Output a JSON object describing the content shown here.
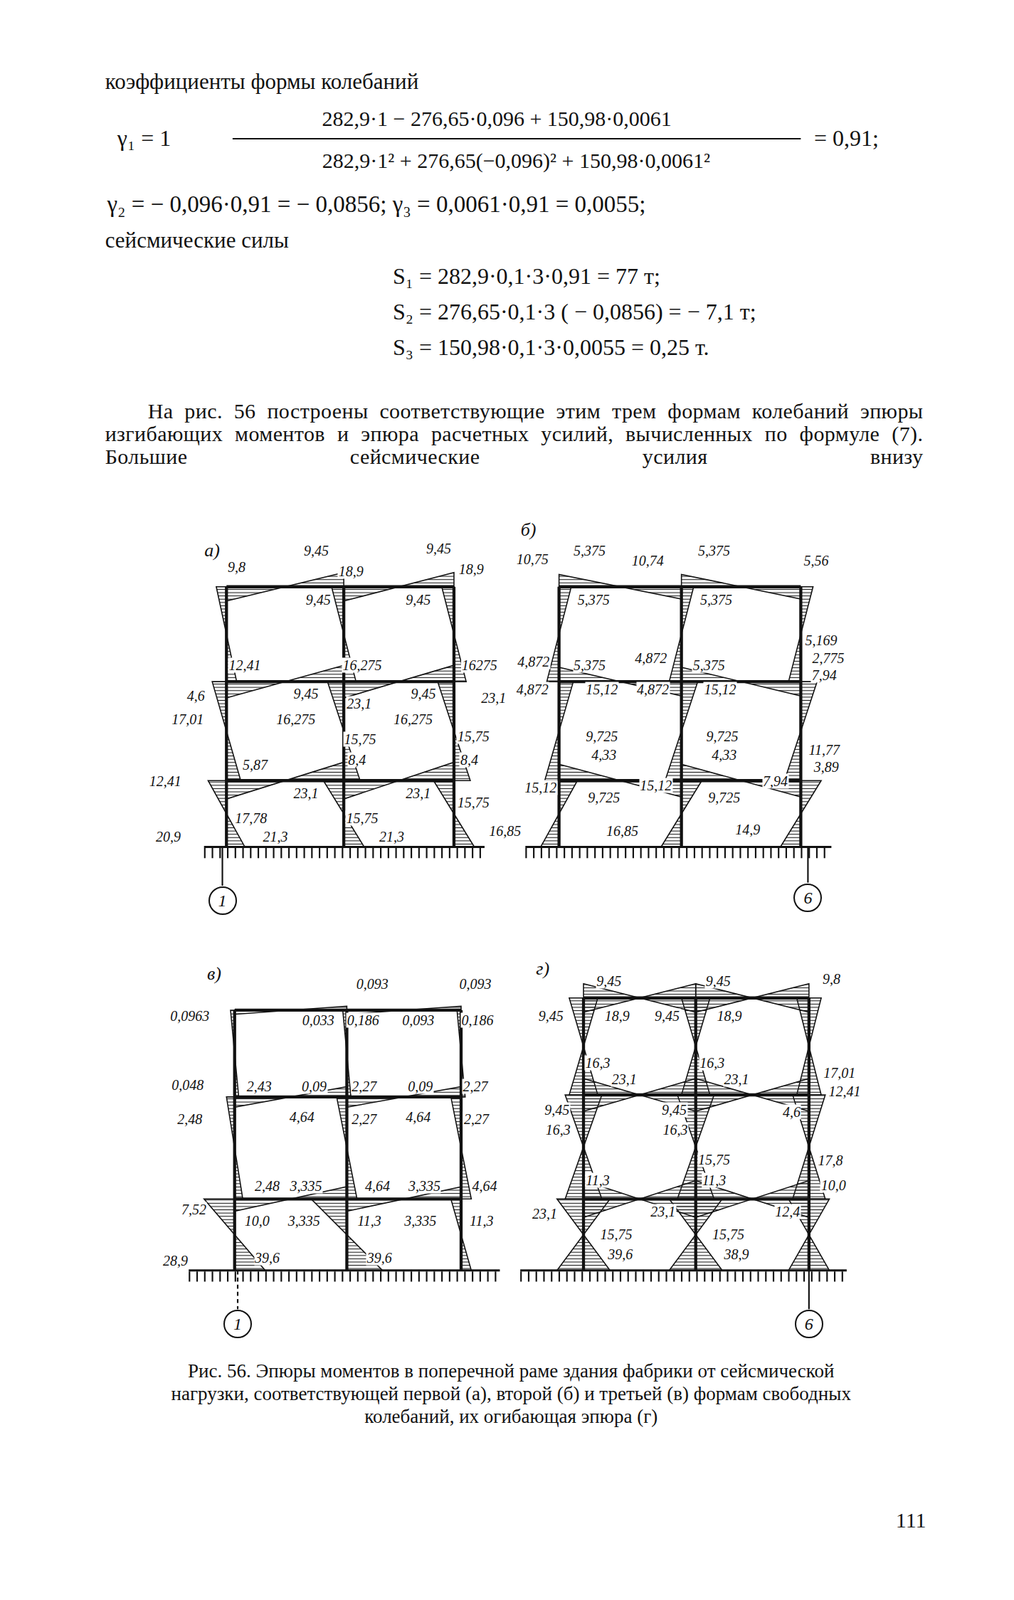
{
  "diagram": {
    "caption": "Рис. 56. Эпюры моментов в поперечной раме здания фабрики от сейсмической нагрузки, соответствующей первой (а), второй (б) и третьей (в) формам свободных колебаний, их огибающая эпюра (г)",
    "nodes": [
      {
        "text": [
          "1"
        ]
      },
      {
        "text": [
          "6"
        ]
      },
      {
        "text": [
          "1"
        ]
      },
      {
        "text": [
          "6"
        ]
      }
    ],
    "labels": [
      "коэффициенты формы колебаний",
      "γ₁ = 1",
      "282,9·1 − 276,65·0,096 + 150,98·0,0061",
      "282,9·1² + 276,65(−0,096)² + 150,98·0,0061²",
      "= 0,91;",
      "γ₂ = − 0,096·0,91 = − 0,0856; γ₃ = 0,0061·0,91 = 0,0055;",
      "сейсмические силы",
      "S₁ = 282,9·0,1·3·0,91 = 77 т;",
      "S₂ = 276,65·0,1·3 ( − 0,0856) = − 7,1 т;",
      "S₃ = 150,98·0,1·3·0,0055 = 0,25 т.",
      "На рис. 56 построены соответствующие этим трем формам колебаний эпюры изгибающих моментов и эпюра расчетных усилий, вычисленных по формуле (7). Большие сейсмические усилия внизу",
      "111",
      "а)",
      "9,8",
      "9,45",
      "18,9",
      "9,45",
      "18,9",
      "9,45",
      "9,45",
      "12,41",
      "16,275",
      "16275",
      "4,6",
      "9,45",
      "23,1",
      "9,45",
      "23,1",
      "17,01",
      "16,275",
      "16,275",
      "15,75",
      "15,75",
      "8,4",
      "8,4",
      "5,87",
      "12,41",
      "23,1",
      "23,1",
      "15,75",
      "17,78",
      "21,3",
      "15,75",
      "21,3",
      "20,9",
      "б)",
      "10,75",
      "5,375",
      "10,74",
      "5,375",
      "5,56",
      "5,375",
      "5,375",
      "5,169",
      "2,775",
      "7,94",
      "4,872",
      "5,375",
      "4,872",
      "5,375",
      "4,872",
      "15,12",
      "4,872",
      "15,12",
      "9,725",
      "4,33",
      "9,725",
      "4,33",
      "11,77",
      "3,89",
      "15,12",
      "15,12",
      "7,94",
      "9,725",
      "9,725",
      "16,85",
      "16,85",
      "14,9",
      "в)",
      "0,093",
      "0,093",
      "0,0963",
      "0,033",
      "0,186",
      "0,093",
      "0,186",
      "0,048",
      "2,43",
      "0,09",
      "2,27",
      "0,09",
      "2,27",
      "2,48",
      "4,64",
      "2,27",
      "4,64",
      "2,27",
      "2,48",
      "3,335",
      "4,64",
      "3,335",
      "4,64",
      "7,52",
      "10,0",
      "3,335",
      "11,3",
      "3,335",
      "11,3",
      "28,9",
      "39,6",
      "39,6",
      "г)",
      "9,45",
      "9,45",
      "9,8",
      "9,45",
      "18,9",
      "9,45",
      "18,9",
      "16,3",
      "23,1",
      "16,3",
      "23,1",
      "17,01",
      "12,41",
      "9,45",
      "9,45",
      "4,6",
      "16,3",
      "16,3",
      "15,75",
      "11,3",
      "11,3",
      "17,8",
      "10,0",
      "23,1",
      "23,1",
      "12,4",
      "15,75",
      "39,6",
      "15,75",
      "38,9"
    ]
  }
}
